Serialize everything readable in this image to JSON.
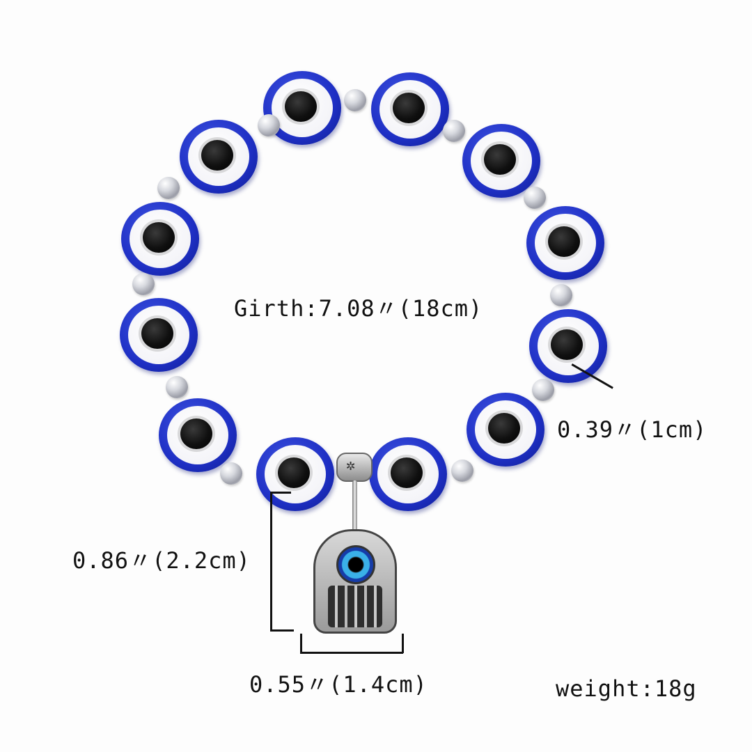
{
  "product": {
    "type": "evil eye bracelet with hamsa hand charm",
    "bead_color": "#1e2fc4",
    "spacer_color": "#c9ccd4"
  },
  "annotations": {
    "girth": "Girth:7.08〃(18cm)",
    "bead_size": "0.39〃(1cm)",
    "charm_height": "0.86〃(2.2cm)",
    "charm_width": "0.55〃(1.4cm)",
    "weight": "weight:18g"
  }
}
